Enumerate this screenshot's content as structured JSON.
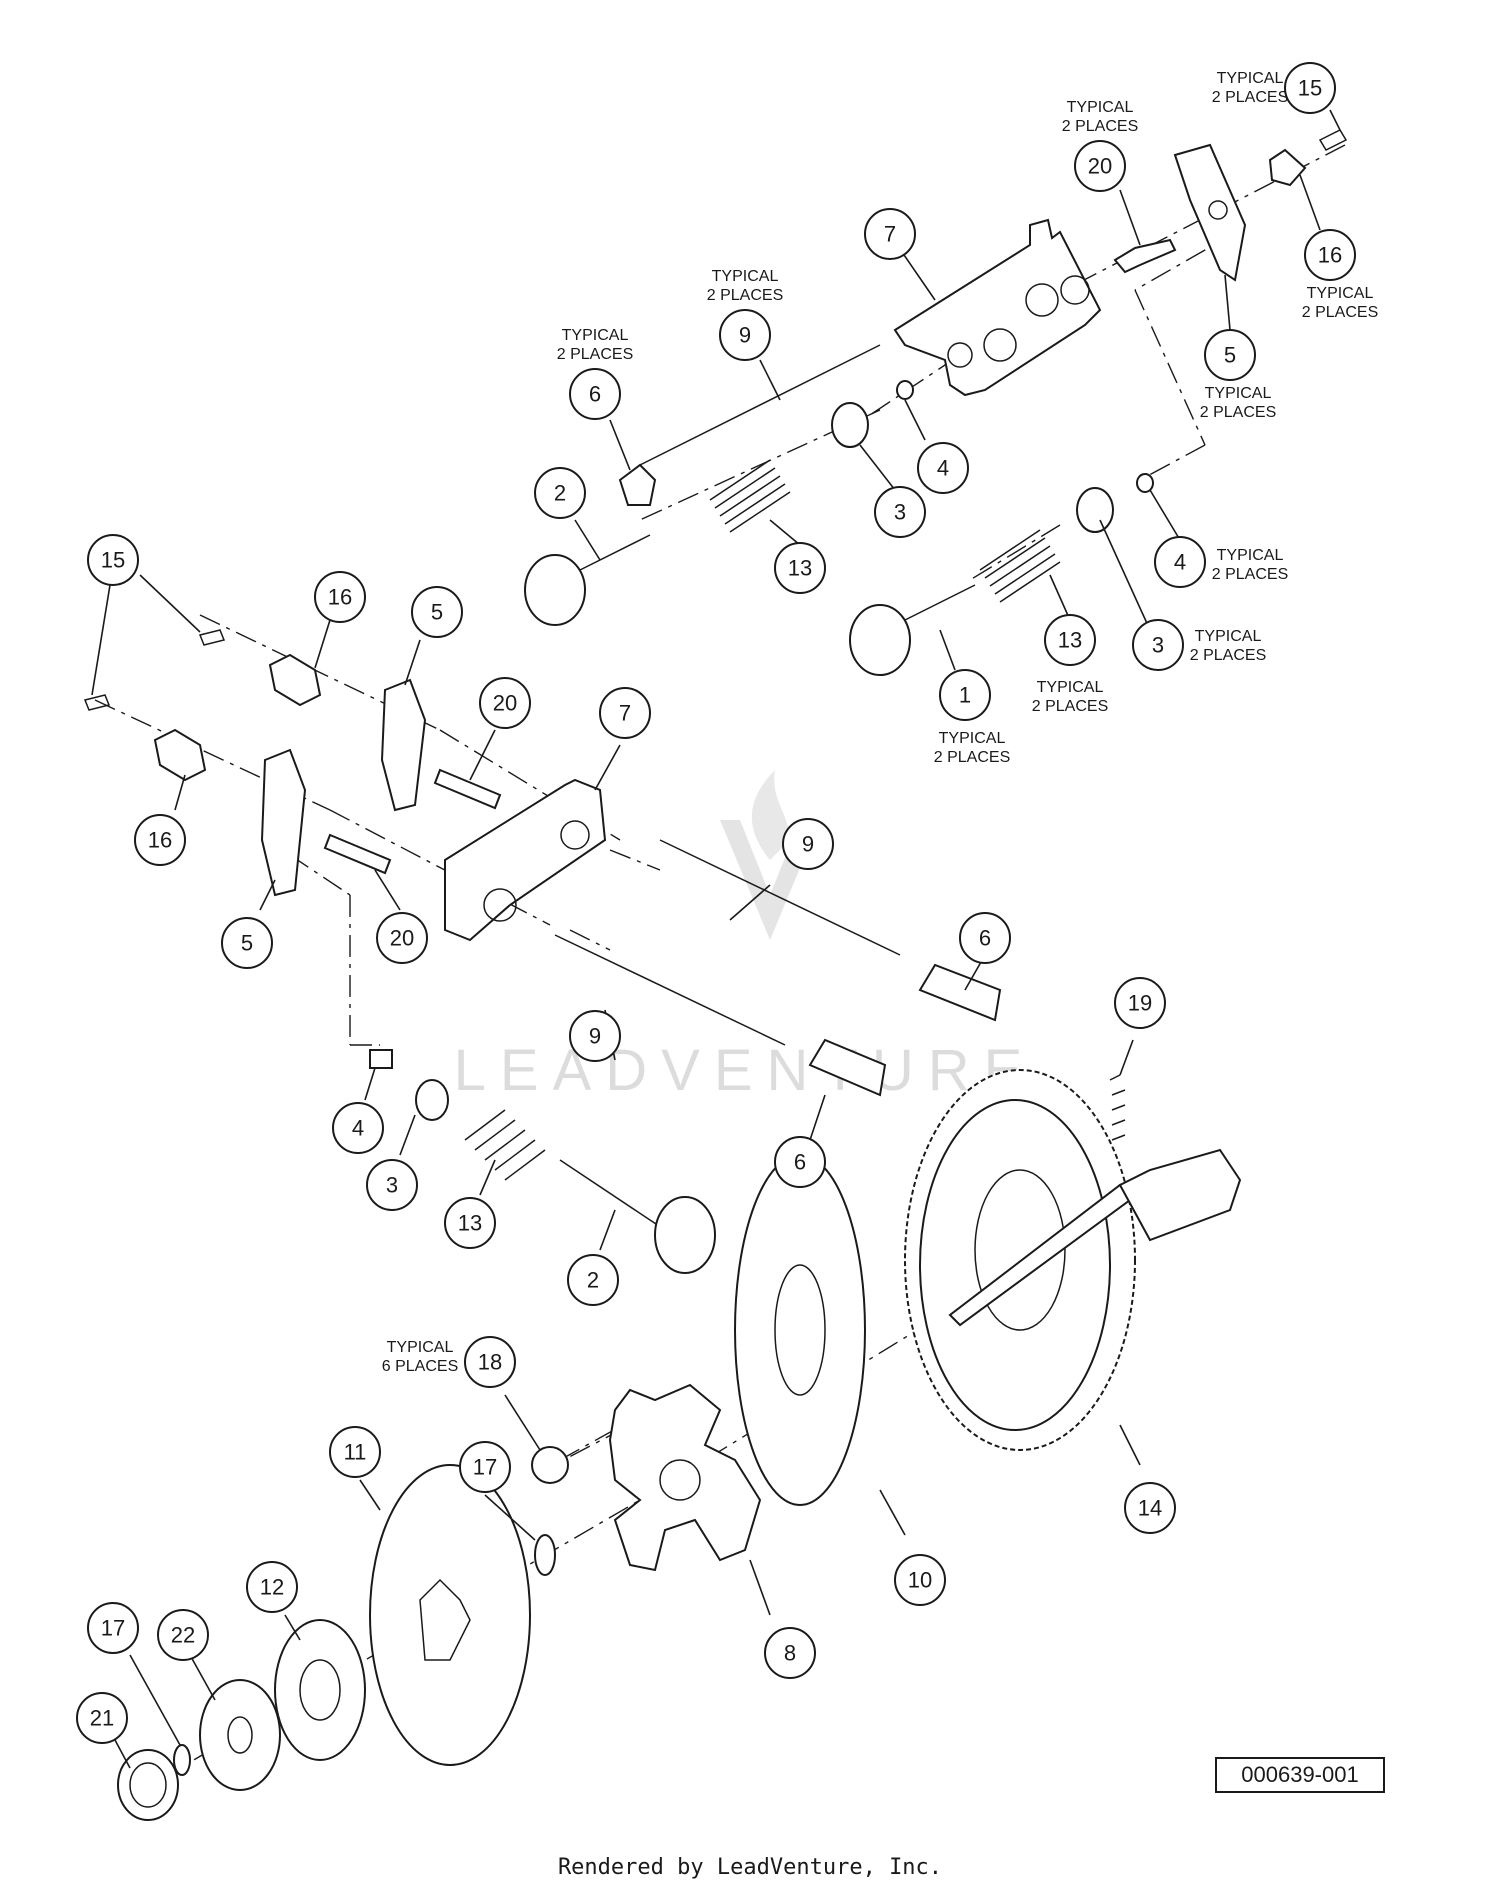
{
  "diagram": {
    "callouts": [
      {
        "id": "c15a",
        "label": "15"
      },
      {
        "id": "c20a",
        "label": "20"
      },
      {
        "id": "c16a",
        "label": "16"
      },
      {
        "id": "c7a",
        "label": "7"
      },
      {
        "id": "c9a",
        "label": "9"
      },
      {
        "id": "c6a",
        "label": "6"
      },
      {
        "id": "c5a",
        "label": "5"
      },
      {
        "id": "c2a",
        "label": "2"
      },
      {
        "id": "c4a",
        "label": "4"
      },
      {
        "id": "c3a",
        "label": "3"
      },
      {
        "id": "c13a",
        "label": "13"
      },
      {
        "id": "c4b",
        "label": "4"
      },
      {
        "id": "c13b",
        "label": "13"
      },
      {
        "id": "c3b",
        "label": "3"
      },
      {
        "id": "c1a",
        "label": "1"
      },
      {
        "id": "c15b",
        "label": "15"
      },
      {
        "id": "c16b",
        "label": "16"
      },
      {
        "id": "c5b",
        "label": "5"
      },
      {
        "id": "c20b",
        "label": "20"
      },
      {
        "id": "c7b",
        "label": "7"
      },
      {
        "id": "c16c",
        "label": "16"
      },
      {
        "id": "c9b",
        "label": "9"
      },
      {
        "id": "c6b",
        "label": "6"
      },
      {
        "id": "c5c",
        "label": "5"
      },
      {
        "id": "c20c",
        "label": "20"
      },
      {
        "id": "c9c",
        "label": "9"
      },
      {
        "id": "c19a",
        "label": "19"
      },
      {
        "id": "c4c",
        "label": "4"
      },
      {
        "id": "c6c",
        "label": "6"
      },
      {
        "id": "c3c",
        "label": "3"
      },
      {
        "id": "c13c",
        "label": "13"
      },
      {
        "id": "c2b",
        "label": "2"
      },
      {
        "id": "c18a",
        "label": "18"
      },
      {
        "id": "c11a",
        "label": "11"
      },
      {
        "id": "c17a",
        "label": "17"
      },
      {
        "id": "c14a",
        "label": "14"
      },
      {
        "id": "c12a",
        "label": "12"
      },
      {
        "id": "c10a",
        "label": "10"
      },
      {
        "id": "c17b",
        "label": "17"
      },
      {
        "id": "c22a",
        "label": "22"
      },
      {
        "id": "c8a",
        "label": "8"
      },
      {
        "id": "c21a",
        "label": "21"
      }
    ],
    "notes": [
      {
        "id": "n15",
        "lines": [
          "TYPICAL",
          "2 PLACES"
        ]
      },
      {
        "id": "n20",
        "lines": [
          "TYPICAL",
          "2 PLACES"
        ]
      },
      {
        "id": "n9",
        "lines": [
          "TYPICAL",
          "2 PLACES"
        ]
      },
      {
        "id": "n16",
        "lines": [
          "TYPICAL",
          "2 PLACES"
        ]
      },
      {
        "id": "n6",
        "lines": [
          "TYPICAL",
          "2 PLACES"
        ]
      },
      {
        "id": "n5",
        "lines": [
          "TYPICAL",
          "2 PLACES"
        ]
      },
      {
        "id": "n4",
        "lines": [
          "TYPICAL",
          "2 PLACES"
        ]
      },
      {
        "id": "n3",
        "lines": [
          "TYPICAL",
          "2 PLACES"
        ]
      },
      {
        "id": "n13",
        "lines": [
          "TYPICAL",
          "2 PLACES"
        ]
      },
      {
        "id": "n1",
        "lines": [
          "TYPICAL",
          "2 PLACES"
        ]
      },
      {
        "id": "n18",
        "lines": [
          "TYPICAL",
          "6 PLACES"
        ]
      }
    ],
    "watermark": "LEADVENTURE",
    "doc_number": "000639-001",
    "footer": "Rendered by LeadVenture, Inc."
  }
}
